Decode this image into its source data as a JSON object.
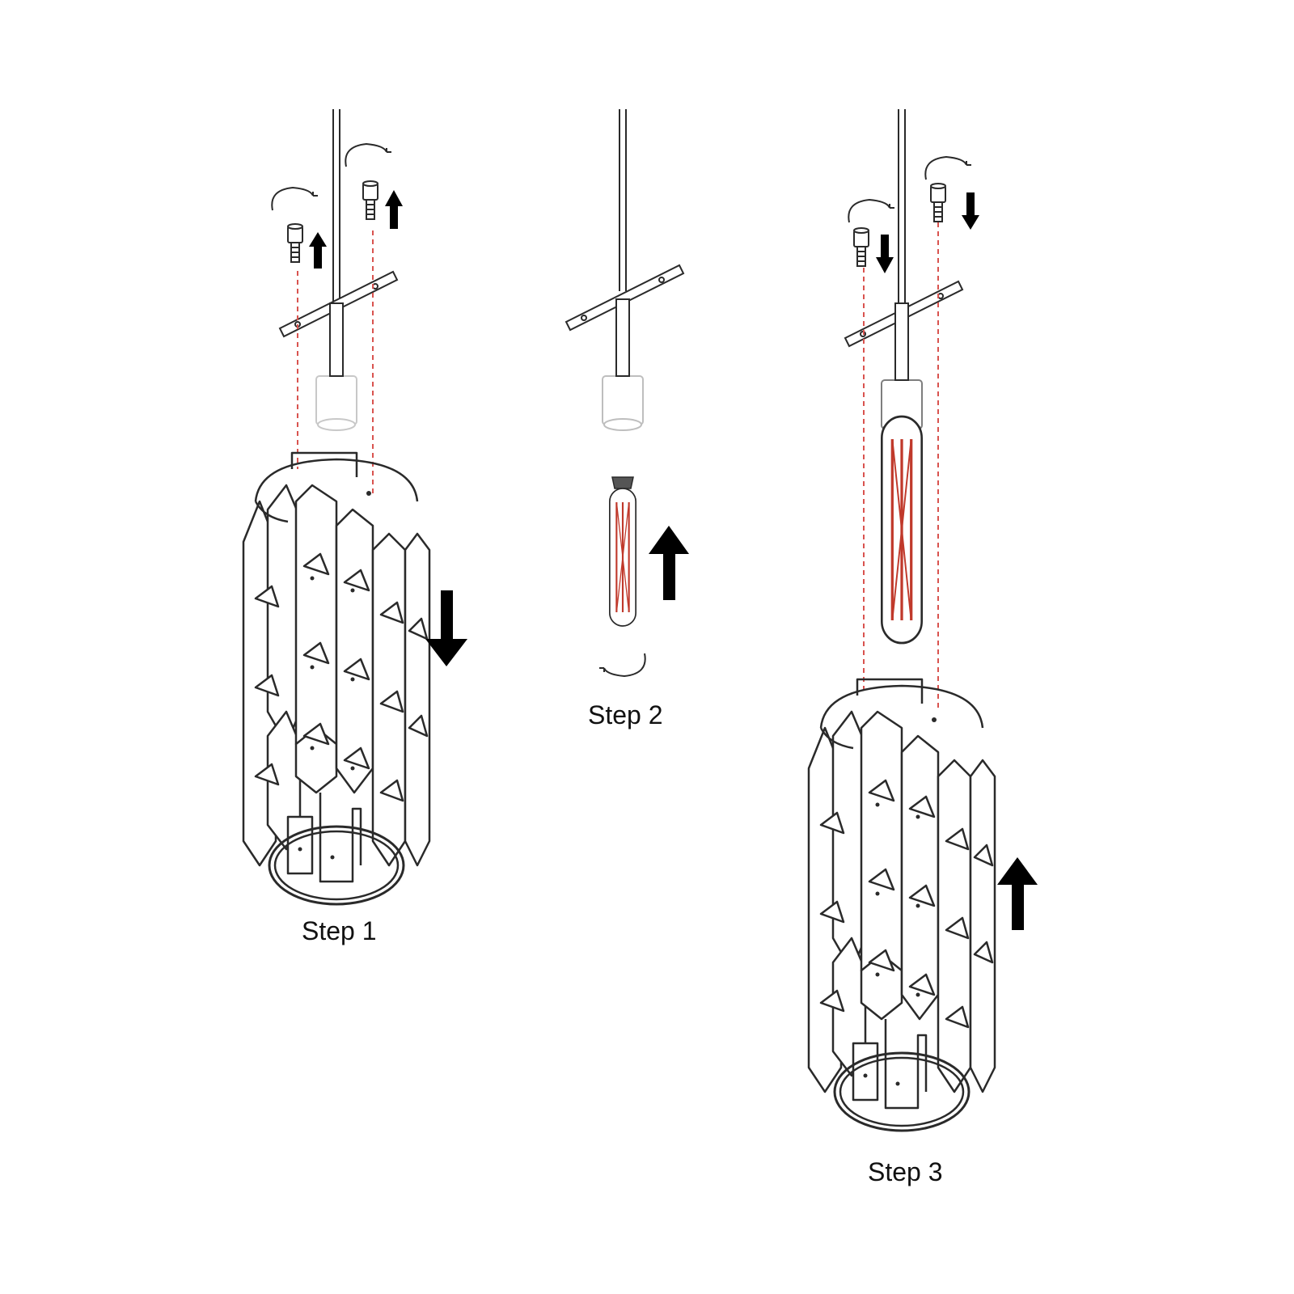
{
  "steps": [
    {
      "label": "Step 1"
    },
    {
      "label": "Step 2"
    },
    {
      "label": "Step 3"
    }
  ],
  "colors": {
    "line": "#2a2a2a",
    "guide": "#d9534f",
    "filament": "#c0392b",
    "arrow": "#000000",
    "background": "#ffffff"
  },
  "icons": [
    "rotate-arrow-icon",
    "up-arrow-icon",
    "down-arrow-icon"
  ]
}
